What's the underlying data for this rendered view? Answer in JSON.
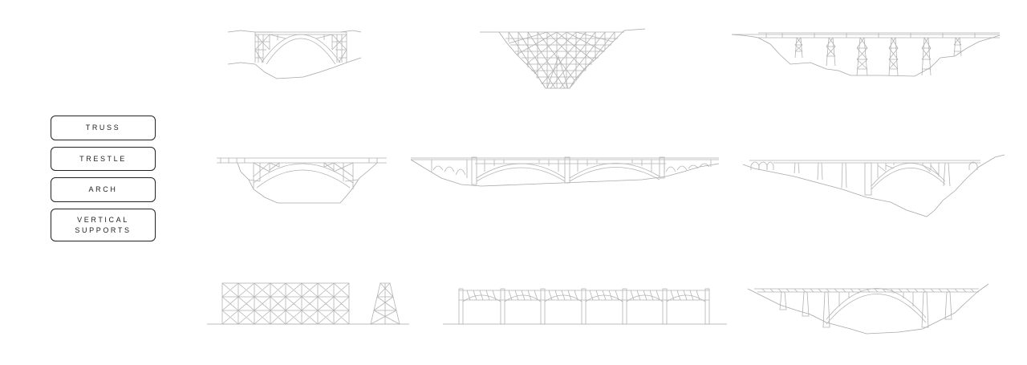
{
  "filters": [
    {
      "id": "truss",
      "label": "TRUSS"
    },
    {
      "id": "trestle",
      "label": "TRESTLE"
    },
    {
      "id": "arch",
      "label": "ARCH"
    },
    {
      "id": "vertical_supports",
      "label": "VERTICAL\nSUPPORTS"
    }
  ],
  "colors": {
    "line": "#b3b3b3",
    "button_border": "#222222",
    "background": "#ffffff"
  },
  "bridges": [
    {
      "id": "bridge-1",
      "structure": "truss-arch"
    },
    {
      "id": "bridge-2",
      "structure": "truss-viaduct"
    },
    {
      "id": "bridge-3",
      "structure": "trestle"
    },
    {
      "id": "bridge-4",
      "structure": "truss-arch-deck"
    },
    {
      "id": "bridge-5",
      "structure": "twin-arch"
    },
    {
      "id": "bridge-6",
      "structure": "arch-with-trestle-piers"
    },
    {
      "id": "bridge-7",
      "structure": "scaffold-trestle"
    },
    {
      "id": "bridge-8",
      "structure": "multi-arch-truss"
    },
    {
      "id": "bridge-9",
      "structure": "arch-with-piers"
    }
  ]
}
